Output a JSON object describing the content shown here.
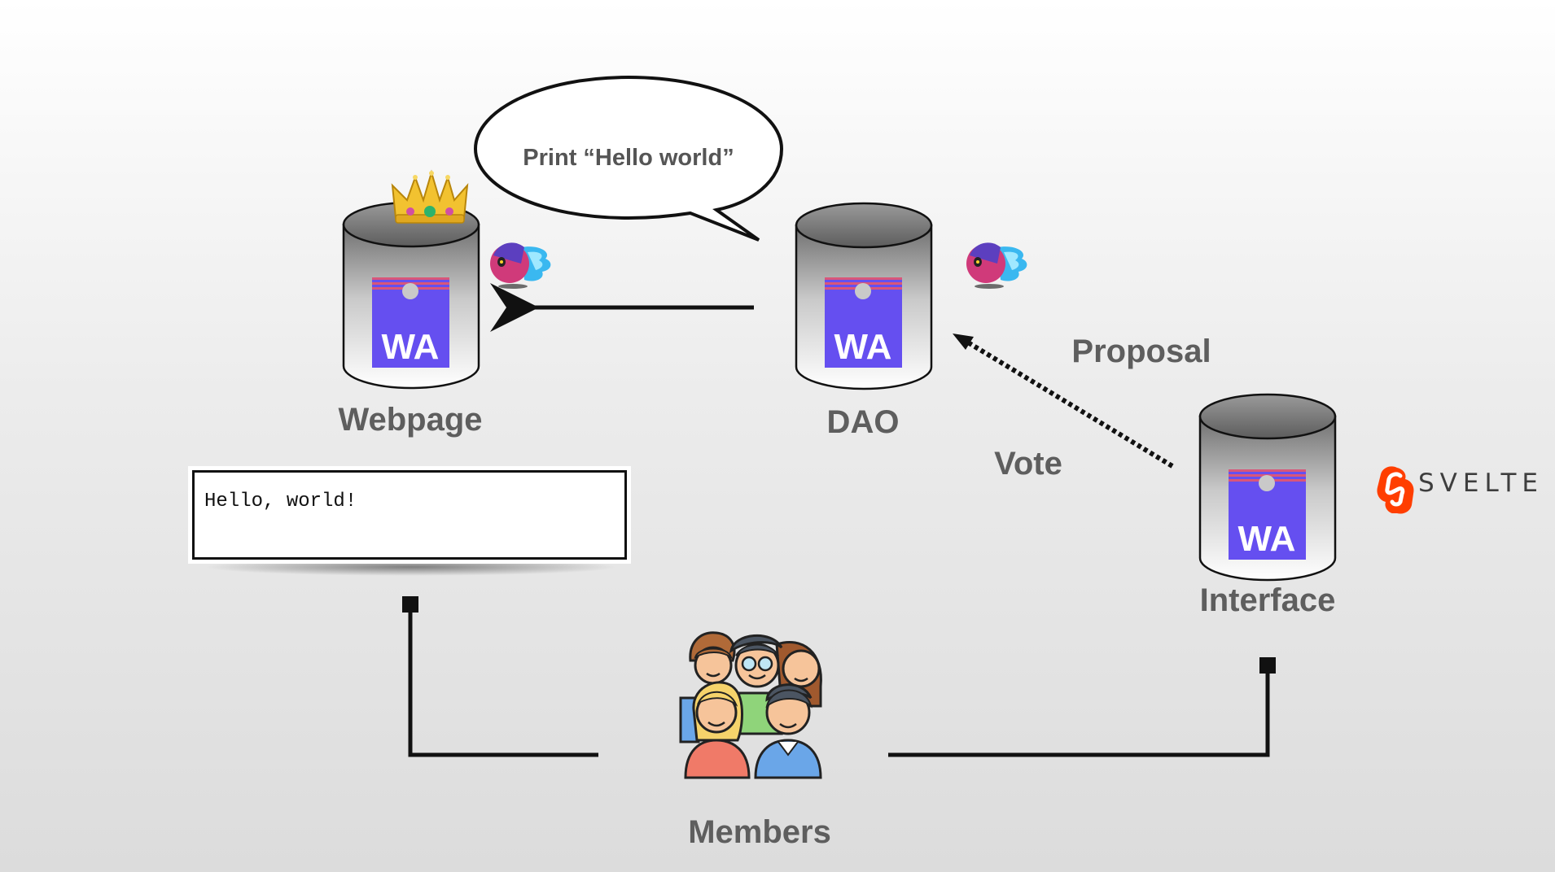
{
  "speech_bubble": {
    "text": "Print “Hello world”"
  },
  "nodes": {
    "webpage": {
      "label": "Webpage",
      "badge": "WA"
    },
    "dao": {
      "label": "DAO",
      "badge": "WA"
    },
    "interface": {
      "label": "Interface",
      "badge": "WA"
    },
    "members": {
      "label": "Members"
    }
  },
  "edges": {
    "proposal_label": "Proposal",
    "vote_label": "Vote"
  },
  "output_box": {
    "text": "Hello, world!"
  },
  "svelte_logo": {
    "text": "SVELTE"
  },
  "colors": {
    "wa_purple": "#654ff0",
    "wa_stripe": "#d8567a",
    "svelte_orange": "#ff3e00",
    "label_gray": "#5e5e5e"
  },
  "icons": [
    "crown-icon",
    "ghost-fireball-icon",
    "svelte-icon",
    "people-group-icon"
  ]
}
